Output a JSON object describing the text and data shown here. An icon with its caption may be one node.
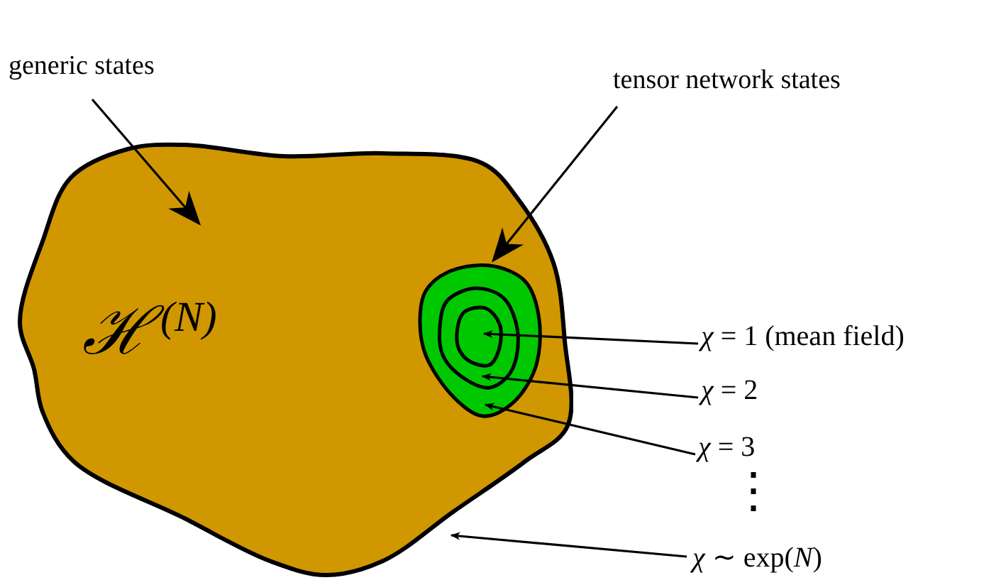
{
  "diagram": {
    "nodes": [
      {
        "text": [
          "generic states"
        ]
      },
      {
        "text": [
          "ℋ$^{(N)}$"
        ]
      },
      {
        "text": [
          "tensor network states"
        ]
      },
      {
        "text": [],
        "shape": "circle",
        "in": 1
      },
      {
        "text": [],
        "shape": "circle",
        "in": 3
      },
      {
        "text": [],
        "shape": "circle",
        "in": 4
      },
      {
        "text": [
          "*χ* = 1 (mean field)"
        ]
      },
      {
        "text": [
          "*χ* = 2"
        ]
      },
      {
        "text": [
          "*χ* = 3"
        ]
      },
      {
        "text": [
          "*χ* ∼ exp(*N*)"
        ]
      }
    ],
    "edges": [
      {
        "from": 0,
        "to": 1,
        "arrow": "to"
      },
      {
        "from": 2,
        "to": 3,
        "arrow": "to"
      },
      {
        "from": 6,
        "to": 5,
        "arrow": "to"
      },
      {
        "from": 7,
        "to": 4,
        "arrow": "to"
      },
      {
        "from": 8,
        "to": 3,
        "arrow": "to"
      },
      {
        "from": 9,
        "to": 1,
        "arrow": "to"
      }
    ],
    "labels": [
      "⋮"
    ]
  }
}
